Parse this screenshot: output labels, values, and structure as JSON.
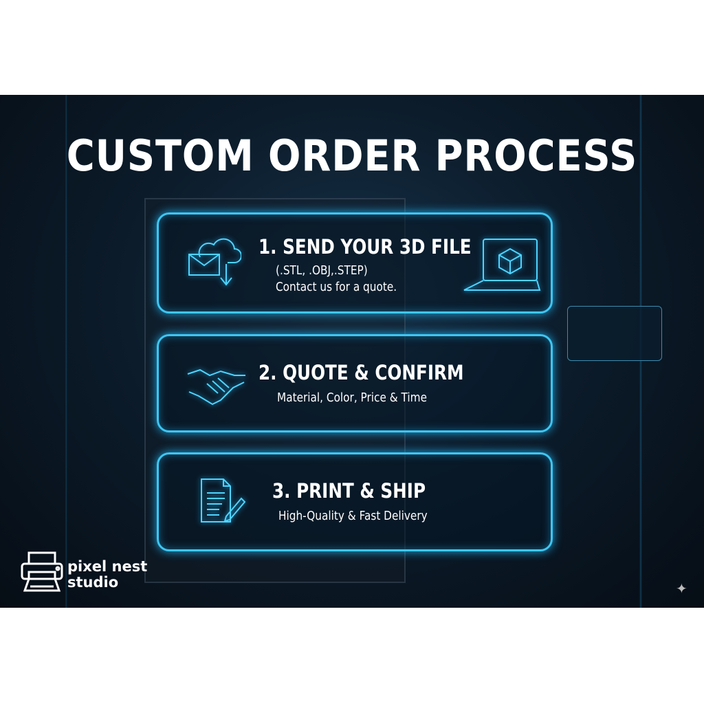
{
  "title": "CUSTOM ORDER PROCESS",
  "steps": [
    {
      "heading": "1. SEND YOUR 3D FILE",
      "line1": "(.STL, .OBJ,.STEP)",
      "line2": "Contact us for a quote."
    },
    {
      "heading": "2. QUOTE & CONFIRM",
      "line1": "Material, Color, Price & Time"
    },
    {
      "heading": "3. PRINT & SHIP",
      "line1": "High-Quality & Fast Delivery"
    }
  ],
  "brand": {
    "line1": "pixel nest",
    "line2": "studio"
  },
  "colors": {
    "accent": "#3fc6f2",
    "background": "#0c1c2b"
  }
}
